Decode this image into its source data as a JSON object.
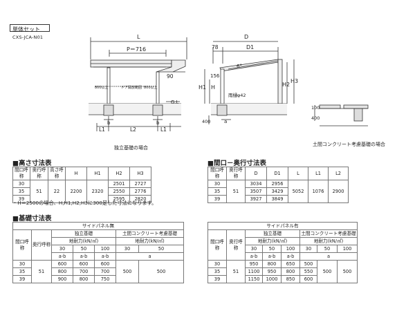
{
  "header": {
    "set_label": "単体セット",
    "model": "CXS-JCA-N01"
  },
  "drawings": {
    "front": {
      "L": "L",
      "P": "P＝716",
      "dim90": "90",
      "b1": "b",
      "b2": "b",
      "L1a": "L1",
      "L2": "L2",
      "L1b": "L1",
      "GL": "G.L",
      "gutter_left": "800以上",
      "gutter_right": "800以上",
      "gutter_mid": "ドア開放範囲",
      "caption": "独立基礎の場合"
    },
    "side": {
      "D": "D",
      "D1": "D1",
      "d78": "78",
      "angle": "6°",
      "H1": "H1",
      "H": "H",
      "d156": "156",
      "H2": "H2",
      "H3": "H3",
      "rain": "雨樋φ42",
      "a": "a",
      "d400": "400"
    },
    "detail": {
      "d100": "100",
      "d400": "400",
      "caption": "土間コンクリート考慮基礎の場合"
    }
  },
  "height_table": {
    "title": "■高さ寸法表",
    "headers": [
      "間口呼称",
      "奥行呼称",
      "高さ呼称",
      "H",
      "H1",
      "H2",
      "H3"
    ],
    "frontage": [
      "30",
      "35",
      "39"
    ],
    "depth": "51",
    "height": "22",
    "H": "2200",
    "H1": "2320",
    "H2": [
      "2501",
      "2550",
      "2595"
    ],
    "H3": [
      "2727",
      "2776",
      "2820"
    ]
  },
  "depth_table": {
    "title": "■間口－奥行寸法表",
    "headers": [
      "間口呼称",
      "奥行呼称",
      "D",
      "D1",
      "L",
      "L1",
      "L2"
    ],
    "frontage": [
      "30",
      "35",
      "39"
    ],
    "depth": "51",
    "D": [
      "3034",
      "3507",
      "3927"
    ],
    "D1": [
      "2956",
      "3429",
      "3849"
    ],
    "L": "5052",
    "L1": "1076",
    "L2": "2900"
  },
  "note": "・H＝2500の場合、H,H1,H2,H3に300足した寸法になります。",
  "foundation_title": "■基礎寸法表",
  "foundation_left": {
    "group": "サイドパネル無",
    "sub_a": "独立基礎",
    "sub_b": "土間コンクリート考慮基礎",
    "bearing": "地耐力(kN/㎡)",
    "col_a": "間口呼称",
    "col_b": "奥行呼称",
    "loads": [
      "30",
      "50",
      "100"
    ],
    "ab": "a-b",
    "a_only": "a",
    "frontage": [
      "30",
      "35",
      "39"
    ],
    "depth": "51",
    "rows": [
      [
        "600",
        "600",
        "600"
      ],
      [
        "800",
        "700",
        "700"
      ],
      [
        "900",
        "800",
        "750"
      ]
    ],
    "right_vals": [
      "500",
      "500",
      "500"
    ]
  },
  "foundation_right": {
    "group": "サイドパネル有",
    "sub_a": "独立基礎",
    "sub_b": "土間コンクリート考慮基礎",
    "bearing": "地耐力(kN/㎡)",
    "col_a": "間口呼称",
    "col_b": "奥行呼称",
    "loads": [
      "30",
      "50",
      "100"
    ],
    "ab": "a-b",
    "a_only": "a",
    "frontage": [
      "30",
      "35",
      "39"
    ],
    "depth": "51",
    "rows": [
      [
        "950",
        "800",
        "650"
      ],
      [
        "1100",
        "950",
        "800"
      ],
      [
        "1150",
        "1000",
        "850"
      ]
    ],
    "col4": [
      "500",
      "550",
      "600"
    ],
    "right_vals": [
      "500",
      "500"
    ]
  }
}
